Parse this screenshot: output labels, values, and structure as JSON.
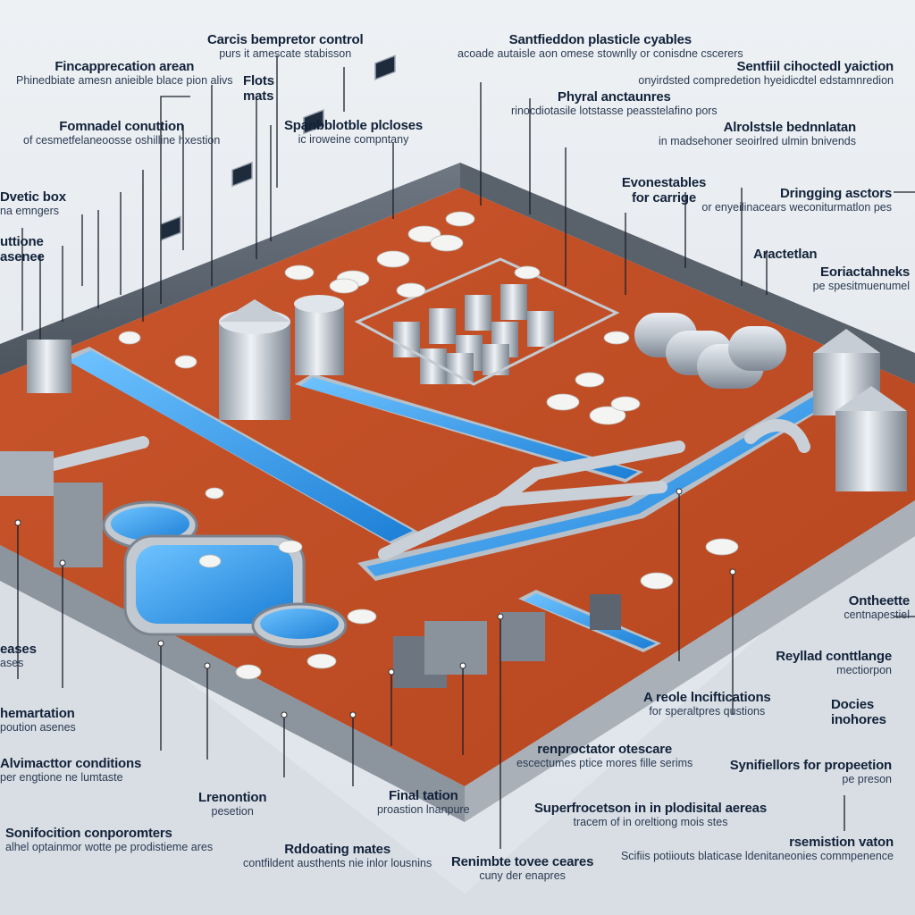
{
  "labels": [
    {
      "id": "l01",
      "title": "Carcis bempretor control",
      "sub": "purs it amescate stabisson"
    },
    {
      "id": "l02",
      "title": "Santfieddon plasticle cyables",
      "sub": "acoade autaisle aon omese stownlly or conisdne cscerers"
    },
    {
      "id": "l03",
      "title": "Fincapprecation arean",
      "sub": "Phinedbiate amesn anieible blace pion alivs"
    },
    {
      "id": "l04",
      "title": "Flots mats",
      "sub": ""
    },
    {
      "id": "l05",
      "title": "Phyral anctaunres",
      "sub": "rinocdiotasile lotstasse peasstelafino pors"
    },
    {
      "id": "l06",
      "title": "Sentfiil cihoctedl yaiction",
      "sub": "onyirdsted compredetion hyeidicdtel edstamnredion"
    },
    {
      "id": "l07",
      "title": "Fomnadel conuttion",
      "sub": "of cesmetfelaneoosse oshilline hxestion"
    },
    {
      "id": "l08",
      "title": "Spanbblotble plcloses",
      "sub": "ic iroweine compntany"
    },
    {
      "id": "l09",
      "title": "Alrolstsle bednnlatan",
      "sub": "in madsehoner seoirlred ulmin bnivends"
    },
    {
      "id": "l10",
      "title": "Evonestables for carrige",
      "sub": ""
    },
    {
      "id": "l11",
      "title": "Dringging asctors",
      "sub": "or enyeilinacears weconiturmatlon pes"
    },
    {
      "id": "l12",
      "title": "Aractetlan",
      "sub": ""
    },
    {
      "id": "l13",
      "title": "Eoriactahneks",
      "sub": "pe spesitmuenumel"
    },
    {
      "id": "l14",
      "title": "Dvetic box",
      "sub": "na emngers"
    },
    {
      "id": "l15",
      "title": "uttione asenee",
      "sub": ""
    },
    {
      "id": "l16",
      "title": "Ontheette",
      "sub": "centnapestiel"
    },
    {
      "id": "l17",
      "title": "Reyllad conttlange",
      "sub": "mectiorpon"
    },
    {
      "id": "l18",
      "title": "A reole lnciftications",
      "sub": "for speraltpres qustions"
    },
    {
      "id": "l19",
      "title": "Docies inohores",
      "sub": ""
    },
    {
      "id": "l20",
      "title": "eases",
      "sub": "ases"
    },
    {
      "id": "l21",
      "title": "hemartation",
      "sub": "poution asenes"
    },
    {
      "id": "l22",
      "title": "renproctator otescare",
      "sub": "escectumes ptice mores fille serims"
    },
    {
      "id": "l23",
      "title": "Alvimacttor conditions",
      "sub": "per engtione ne lumtaste"
    },
    {
      "id": "l24",
      "title": "Synifiellors for propeetion",
      "sub": "pe preson"
    },
    {
      "id": "l25",
      "title": "Lrenontion",
      "sub": "pesetion"
    },
    {
      "id": "l26",
      "title": "Final tation",
      "sub": "proastion lnanpure"
    },
    {
      "id": "l27",
      "title": "Superfrocetson in in plodisital aereas",
      "sub": "tracem of in oreltiong mois stes"
    },
    {
      "id": "l28",
      "title": "Sonifocition conporomters",
      "sub": "alhel optainmor wotte pe prodistieme ares"
    },
    {
      "id": "l29",
      "title": "Rddoating mates",
      "sub": "contfildent austhents nie inlor lousnins"
    },
    {
      "id": "l30",
      "title": "Renimbte tovee ceares",
      "sub": "cuny der enapres"
    },
    {
      "id": "l31",
      "title": "rsemistion vaton",
      "sub": "Scifiis potiiouts blaticase ldenitaneonies commpenence"
    }
  ]
}
